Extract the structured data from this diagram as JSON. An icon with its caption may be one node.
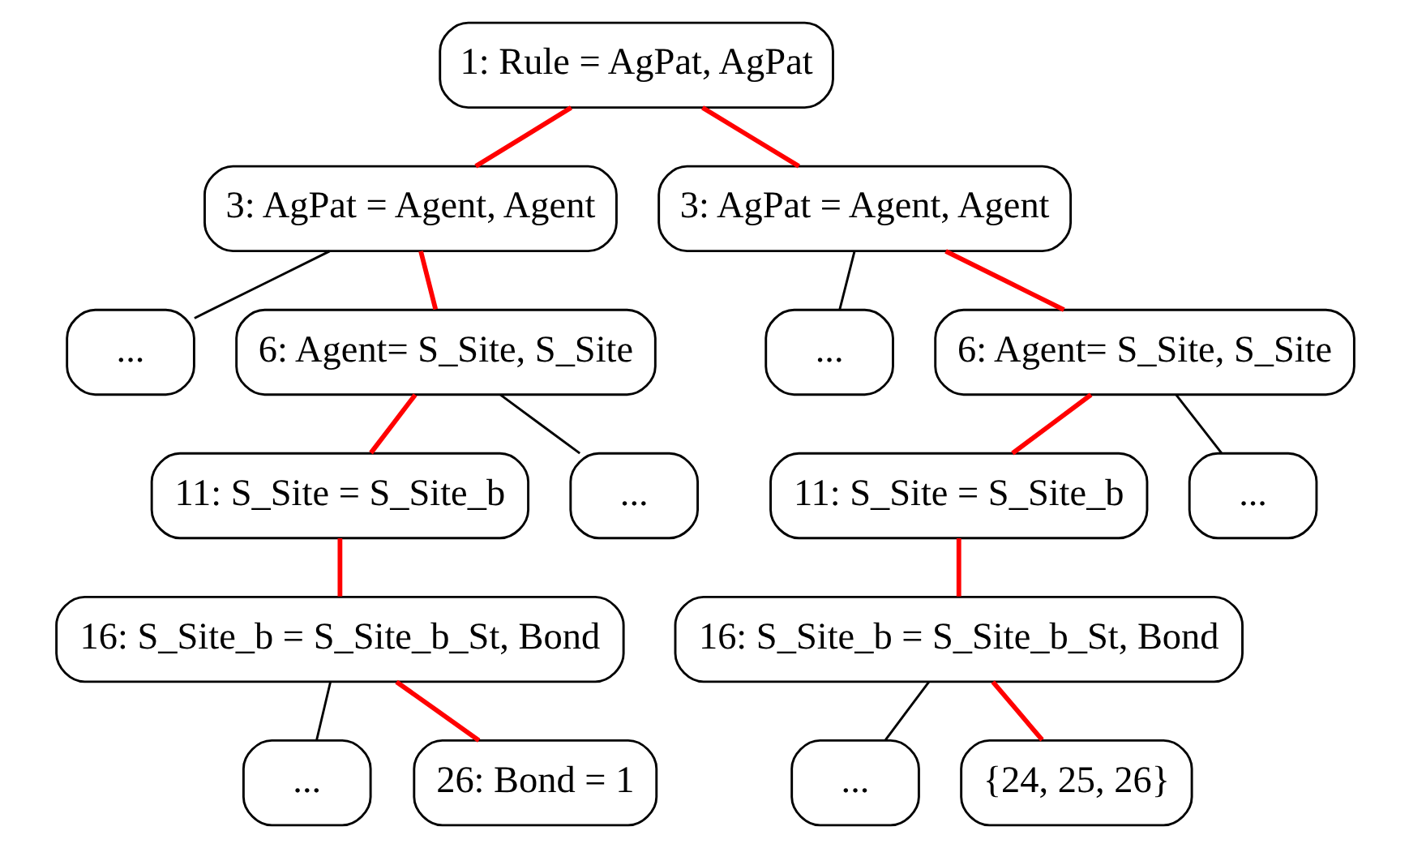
{
  "diagram": {
    "nodes": [
      {
        "text": [
          "1: Rule = AgPat, AgPat"
        ]
      },
      {
        "text": [
          "3: AgPat = Agent, Agent"
        ]
      },
      {
        "text": [
          "3: AgPat = Agent, Agent"
        ]
      },
      {
        "text": [
          "..."
        ]
      },
      {
        "text": [
          "6: Agent= S_Site, S_Site"
        ]
      },
      {
        "text": [
          "..."
        ]
      },
      {
        "text": [
          "6: Agent= S_Site, S_Site"
        ]
      },
      {
        "text": [
          "11: S_Site = S_Site_b"
        ]
      },
      {
        "text": [
          "..."
        ]
      },
      {
        "text": [
          "11: S_Site = S_Site_b"
        ]
      },
      {
        "text": [
          "..."
        ]
      },
      {
        "text": [
          "16: S_Site_b = S_Site_b_St, Bond"
        ]
      },
      {
        "text": [
          "16: S_Site_b = S_Site_b_St, Bond"
        ]
      },
      {
        "text": [
          "..."
        ]
      },
      {
        "text": [
          "26: Bond = 1"
        ]
      },
      {
        "text": [
          "..."
        ]
      },
      {
        "text": [
          "{24, 25, 26}"
        ]
      }
    ],
    "edges": [
      {
        "from": 0,
        "to": 1,
        "arrow": "none"
      },
      {
        "from": 0,
        "to": 2,
        "arrow": "none"
      },
      {
        "from": 1,
        "to": 3,
        "arrow": "none",
        "color": "#000000"
      },
      {
        "from": 1,
        "to": 4,
        "arrow": "none"
      },
      {
        "from": 2,
        "to": 5,
        "arrow": "none",
        "color": "#000000"
      },
      {
        "from": 2,
        "to": 6,
        "arrow": "none"
      },
      {
        "from": 4,
        "to": 7,
        "arrow": "none"
      },
      {
        "from": 4,
        "to": 8,
        "arrow": "none",
        "color": "#000000"
      },
      {
        "from": 6,
        "to": 9,
        "arrow": "none"
      },
      {
        "from": 6,
        "to": 10,
        "arrow": "none",
        "color": "#000000"
      },
      {
        "from": 7,
        "to": 11,
        "arrow": "none"
      },
      {
        "from": 9,
        "to": 12,
        "arrow": "none"
      },
      {
        "from": 11,
        "to": 13,
        "arrow": "none",
        "color": "#000000"
      },
      {
        "from": 11,
        "to": 14,
        "arrow": "none"
      },
      {
        "from": 12,
        "to": 15,
        "arrow": "none",
        "color": "#000000"
      },
      {
        "from": 12,
        "to": 16,
        "arrow": "none"
      }
    ]
  }
}
